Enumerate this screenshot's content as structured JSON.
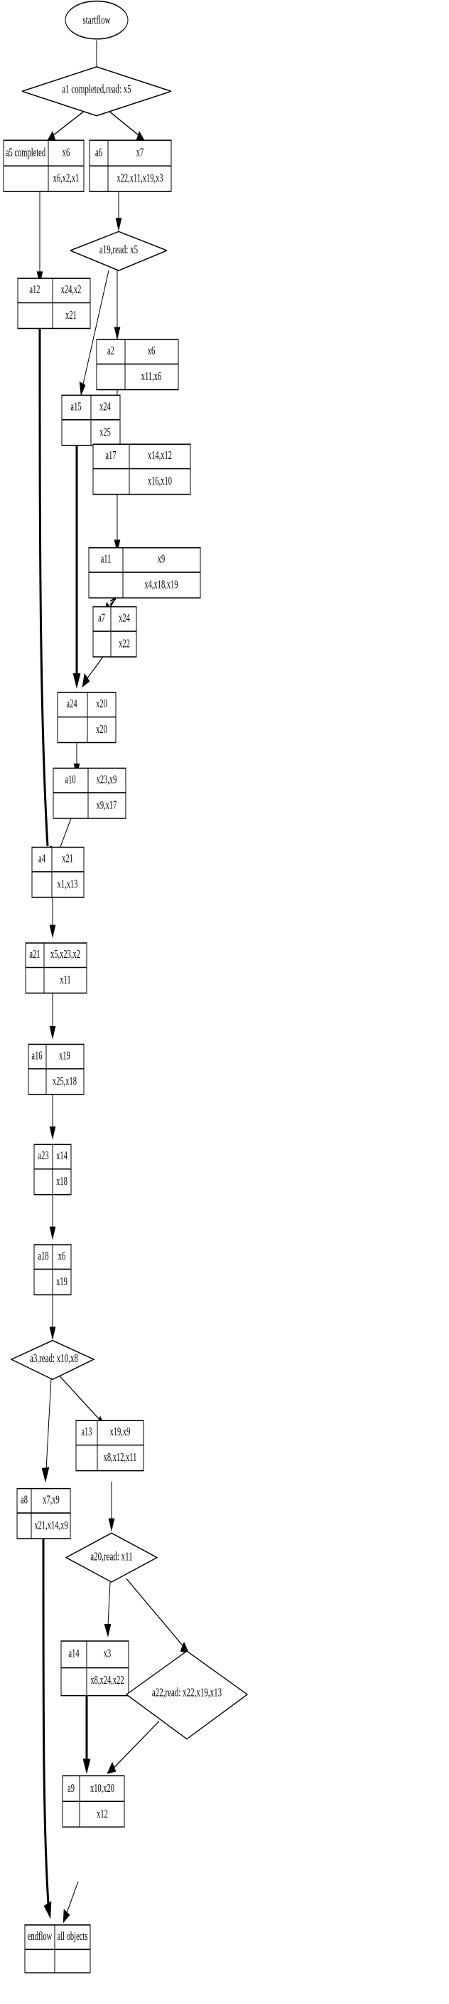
{
  "diagram": {
    "type": "flowchart",
    "title": "startflow",
    "nodes": [
      {
        "id": "startflow",
        "shape": "ellipse",
        "label": "startflow"
      },
      {
        "id": "a1",
        "shape": "diamond",
        "label": "a1 completed,read: x5"
      },
      {
        "id": "a5",
        "shape": "record",
        "name": "a5 completed",
        "top": "x6",
        "bottom": "x6,x2,x1"
      },
      {
        "id": "a6",
        "shape": "record",
        "name": "a6",
        "top": "x7",
        "bottom": "x22,x11,x19,x3"
      },
      {
        "id": "a19",
        "shape": "diamond",
        "label": "a19,read: x5"
      },
      {
        "id": "a12",
        "shape": "record",
        "name": "a12",
        "top": "x24,x2",
        "bottom": "x21"
      },
      {
        "id": "a2",
        "shape": "record",
        "name": "a2",
        "top": "x6",
        "bottom": "x11,x6"
      },
      {
        "id": "a15",
        "shape": "record",
        "name": "a15",
        "top": "x24",
        "bottom": "x25"
      },
      {
        "id": "a17",
        "shape": "record",
        "name": "a17",
        "top": "x14,x12",
        "bottom": "x16,x10"
      },
      {
        "id": "a11",
        "shape": "record",
        "name": "a11",
        "top": "x9",
        "bottom": "x4,x18,x19"
      },
      {
        "id": "a7",
        "shape": "record",
        "name": "a7",
        "top": "x24",
        "bottom": "x22"
      },
      {
        "id": "a24",
        "shape": "record",
        "name": "a24",
        "top": "x20",
        "bottom": "x20"
      },
      {
        "id": "a10",
        "shape": "record",
        "name": "a10",
        "top": "x23,x9",
        "bottom": "x9,x17"
      },
      {
        "id": "a4",
        "shape": "record",
        "name": "a4",
        "top": "x21",
        "bottom": "x1,x13"
      },
      {
        "id": "a21",
        "shape": "record",
        "name": "a21",
        "top": "x5,x23,x2",
        "bottom": "x11"
      },
      {
        "id": "a16",
        "shape": "record",
        "name": "a16",
        "top": "x19",
        "bottom": "x25,x18"
      },
      {
        "id": "a23",
        "shape": "record",
        "name": "a23",
        "top": "x14",
        "bottom": "x18"
      },
      {
        "id": "a18",
        "shape": "record",
        "name": "a18",
        "top": "x6",
        "bottom": "x19"
      },
      {
        "id": "a3",
        "shape": "diamond",
        "label": "a3,read: x10,x8"
      },
      {
        "id": "a13",
        "shape": "record",
        "name": "a13",
        "top": "x19,x9",
        "bottom": "x8,x12,x11"
      },
      {
        "id": "a8",
        "shape": "record",
        "name": "a8",
        "top": "x7,x9",
        "bottom": "x21,x14,x9"
      },
      {
        "id": "a20",
        "shape": "diamond",
        "label": "a20,read: x11"
      },
      {
        "id": "a14",
        "shape": "record",
        "name": "a14",
        "top": "x3",
        "bottom": "x8,x24,x22"
      },
      {
        "id": "a22",
        "shape": "diamond",
        "label": "a22,read: x22,x19,x13"
      },
      {
        "id": "a9",
        "shape": "record",
        "name": "a9",
        "top": "x10,x20",
        "bottom": "x12"
      },
      {
        "id": "endflow",
        "shape": "record",
        "name": "endflow",
        "top": "all objects",
        "bottom": ""
      }
    ],
    "edges": [
      {
        "from": "startflow",
        "to": "a1",
        "weight": "thin"
      },
      {
        "from": "a1",
        "to": "a5",
        "weight": "thin"
      },
      {
        "from": "a1",
        "to": "a6",
        "weight": "thin"
      },
      {
        "from": "a5",
        "to": "a12",
        "weight": "thin"
      },
      {
        "from": "a6",
        "to": "a19",
        "weight": "thin"
      },
      {
        "from": "a19",
        "to": "a15",
        "weight": "thin"
      },
      {
        "from": "a19",
        "to": "a2",
        "weight": "thin"
      },
      {
        "from": "a12",
        "to": "a4",
        "weight": "thick"
      },
      {
        "from": "a2",
        "to": "a17",
        "weight": "thin"
      },
      {
        "from": "a15",
        "to": "a24",
        "weight": "thick"
      },
      {
        "from": "a17",
        "to": "a11",
        "weight": "thin"
      },
      {
        "from": "a11",
        "to": "a7",
        "weight": "thin"
      },
      {
        "from": "a7",
        "to": "a24",
        "weight": "thin"
      },
      {
        "from": "a24",
        "to": "a10",
        "weight": "thin"
      },
      {
        "from": "a10",
        "to": "a4",
        "weight": "thin"
      },
      {
        "from": "a4",
        "to": "a21",
        "weight": "thin"
      },
      {
        "from": "a21",
        "to": "a16",
        "weight": "thin"
      },
      {
        "from": "a16",
        "to": "a23",
        "weight": "thin"
      },
      {
        "from": "a23",
        "to": "a18",
        "weight": "thin"
      },
      {
        "from": "a18",
        "to": "a3",
        "weight": "thin"
      },
      {
        "from": "a3",
        "to": "a8",
        "weight": "thin"
      },
      {
        "from": "a3",
        "to": "a13",
        "weight": "thin"
      },
      {
        "from": "a13",
        "to": "a20",
        "weight": "thin"
      },
      {
        "from": "a8",
        "to": "endflow",
        "weight": "thick"
      },
      {
        "from": "a20",
        "to": "a14",
        "weight": "thin"
      },
      {
        "from": "a20",
        "to": "a22",
        "weight": "thin"
      },
      {
        "from": "a14",
        "to": "a9",
        "weight": "thick"
      },
      {
        "from": "a22",
        "to": "a9",
        "weight": "thin"
      },
      {
        "from": "a9",
        "to": "endflow",
        "weight": "thin"
      }
    ]
  }
}
